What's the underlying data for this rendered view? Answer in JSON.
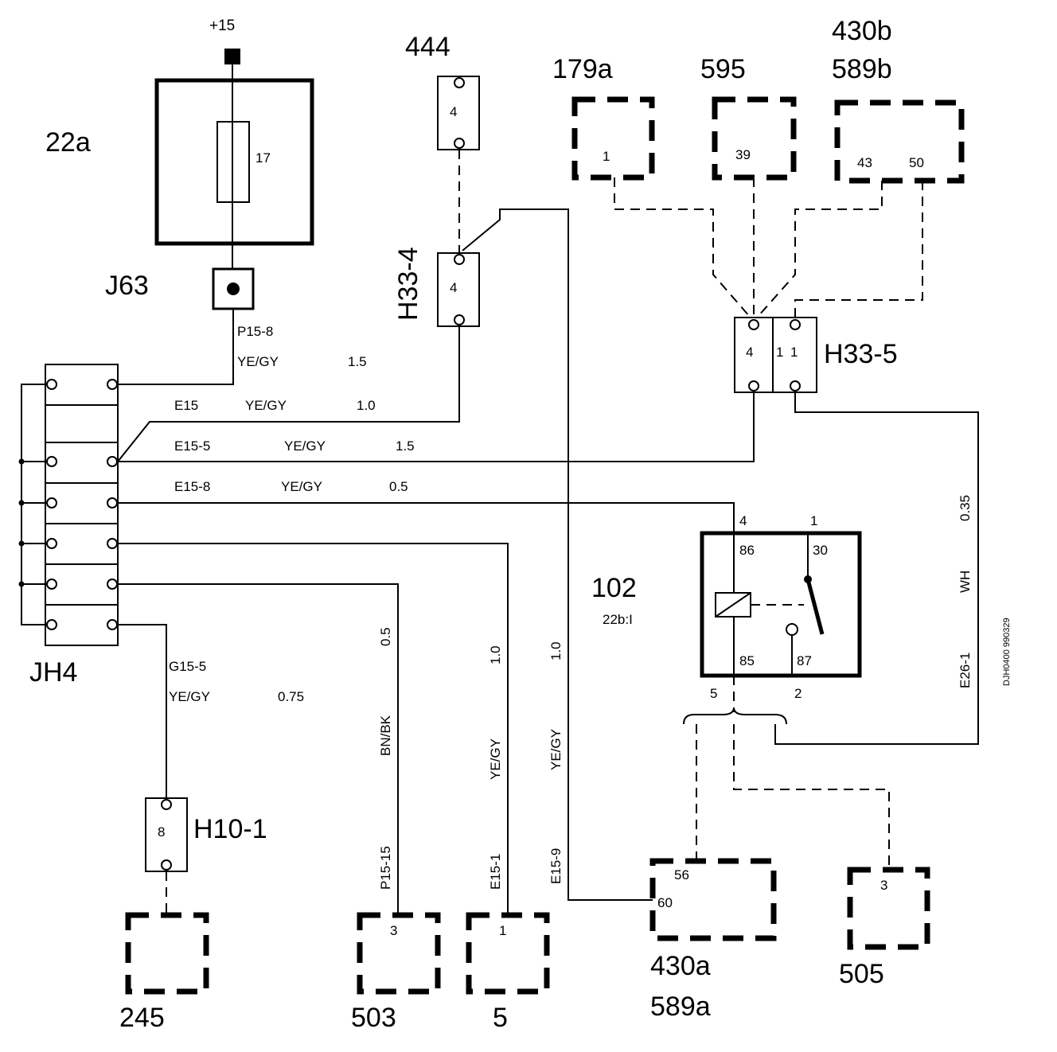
{
  "components": {
    "plus15": "+15",
    "c22a": "22a",
    "fuse_no": "17",
    "j63": "J63",
    "c444": "444",
    "c444_pin": "4",
    "h33_4": "H33-4",
    "h33_4_pin": "4",
    "c179a": "179a",
    "c179a_pin": "1",
    "c595": "595",
    "c595_pin": "39",
    "c430b": "430b",
    "c589b": "589b",
    "c430b_pin43": "43",
    "c430b_pin50": "50",
    "h33_5": "H33-5",
    "h33_5_pin4": "4",
    "h33_5_pin1a": "1",
    "h33_5_pin1b": "1",
    "jh4": "JH4",
    "c102": "102",
    "c102_sub": "22b:I",
    "relay_pin4": "4",
    "relay_pin1": "1",
    "relay_86": "86",
    "relay_30": "30",
    "relay_85": "85",
    "relay_87": "87",
    "relay_pin5": "5",
    "relay_pin2": "2",
    "h10_1": "H10-1",
    "h10_1_pin": "8",
    "c245": "245",
    "c503": "503",
    "c503_pin": "3",
    "c5": "5",
    "c5_pin": "1",
    "c430a": "430a",
    "c589a": "589a",
    "c430a_pin56": "56",
    "c430a_pin60": "60",
    "c505": "505",
    "c505_pin": "3",
    "doc_id": "DJH0400 990329"
  },
  "wires": {
    "p15_8": {
      "id": "P15-8",
      "color": "YE/GY",
      "size": "1.5"
    },
    "e15": {
      "id": "E15",
      "color": "YE/GY",
      "size": "1.0"
    },
    "e15_5": {
      "id": "E15-5",
      "color": "YE/GY",
      "size": "1.5"
    },
    "e15_8": {
      "id": "E15-8",
      "color": "YE/GY",
      "size": "0.5"
    },
    "g15_5": {
      "id": "G15-5",
      "color": "YE/GY",
      "size": "0.75"
    },
    "p15_15": {
      "id": "P15-15",
      "color": "BN/BK",
      "size": "0.5"
    },
    "e15_1": {
      "id": "E15-1",
      "color": "YE/GY",
      "size": "1.0"
    },
    "e15_9": {
      "id": "E15-9",
      "color": "YE/GY",
      "size": "1.0"
    },
    "e26_1": {
      "id": "E26-1",
      "color": "WH",
      "size": "0.35"
    }
  }
}
